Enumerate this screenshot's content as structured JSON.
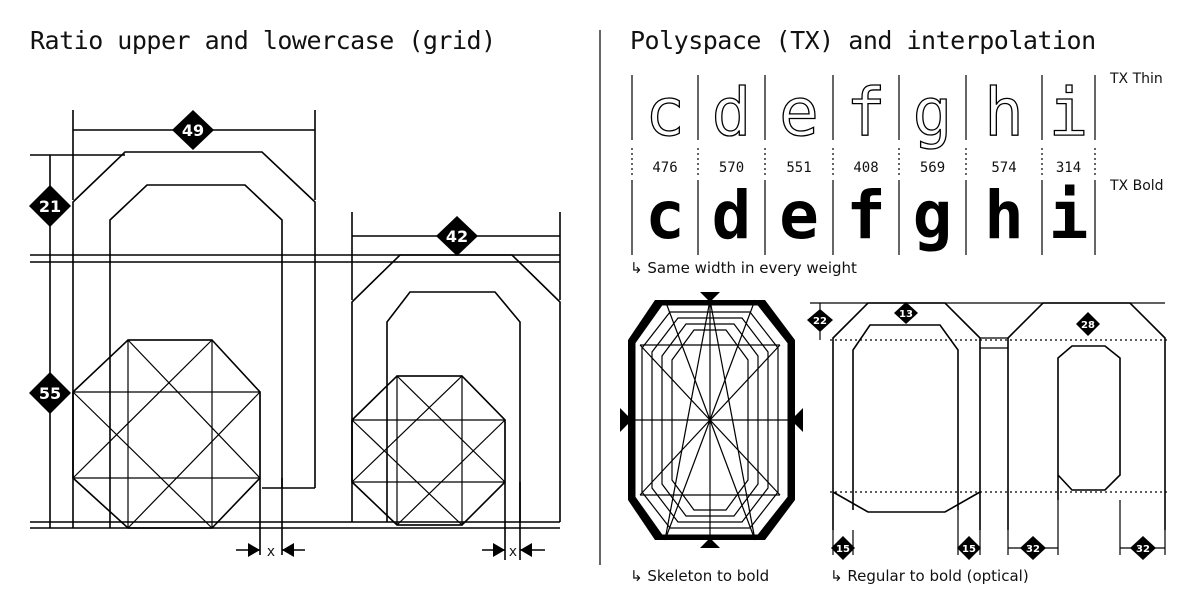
{
  "left_title": "Ratio upper and lowercase (grid)",
  "right_title": "Polyspace (TX) and interpolation",
  "grid_badges": {
    "width_upper": "49",
    "width_lower": "42",
    "ascender": "21",
    "xheight": "55"
  },
  "x_marker": "x",
  "letters": [
    "c",
    "d",
    "e",
    "f",
    "g",
    "h",
    "i"
  ],
  "widths": [
    "476",
    "570",
    "551",
    "408",
    "569",
    "574",
    "314"
  ],
  "label_thin": "TX Thin",
  "label_bold": "TX Bold",
  "note_width": "↳ Same width in every weight",
  "note_skeleton": "↳ Skeleton to bold",
  "note_optical": "↳ Regular to bold (optical)",
  "optical_badges": {
    "b22": "22",
    "b13": "13",
    "b28": "28",
    "b15a": "15",
    "b15b": "15",
    "b32a": "32",
    "b32b": "32"
  }
}
